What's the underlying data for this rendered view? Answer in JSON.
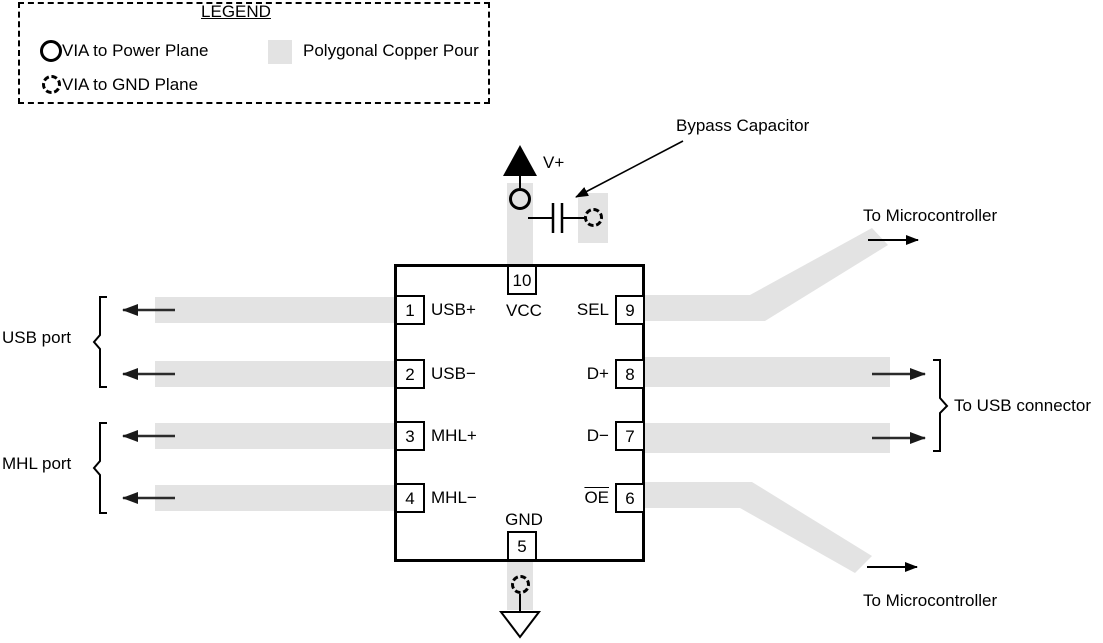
{
  "legend": {
    "title": "LEGEND",
    "items": [
      {
        "icon": "via-power-icon",
        "label": "VIA to Power Plane"
      },
      {
        "icon": "via-gnd-icon",
        "label": "VIA to GND Plane"
      },
      {
        "icon": "copper-pour-swatch",
        "label": "Polygonal Copper Pour"
      }
    ]
  },
  "colors": {
    "copper_pour": "#e3e3e3",
    "outline": "#000000",
    "background": "#ffffff"
  },
  "ic": {
    "left_pins": [
      {
        "number": "1",
        "name": "USB+"
      },
      {
        "number": "2",
        "name": "USB−"
      },
      {
        "number": "3",
        "name": "MHL+"
      },
      {
        "number": "4",
        "name": "MHL−"
      }
    ],
    "right_pins": [
      {
        "number": "9",
        "name": "SEL",
        "overline": false
      },
      {
        "number": "8",
        "name": "D+",
        "overline": false
      },
      {
        "number": "7",
        "name": "D−",
        "overline": false
      },
      {
        "number": "6",
        "name": "OE",
        "overline": true
      }
    ],
    "top_pin": {
      "number": "10",
      "name": "VCC"
    },
    "bottom_pin": {
      "number": "5",
      "name": "GND"
    }
  },
  "annotations": {
    "v_plus": "V+",
    "bypass_capacitor": "Bypass Capacitor",
    "usb_port": "USB port",
    "mhl_port": "MHL port",
    "to_usb_connector": "To USB connector",
    "to_microcontroller_top": "To Microcontroller",
    "to_microcontroller_bottom": "To Microcontroller"
  }
}
